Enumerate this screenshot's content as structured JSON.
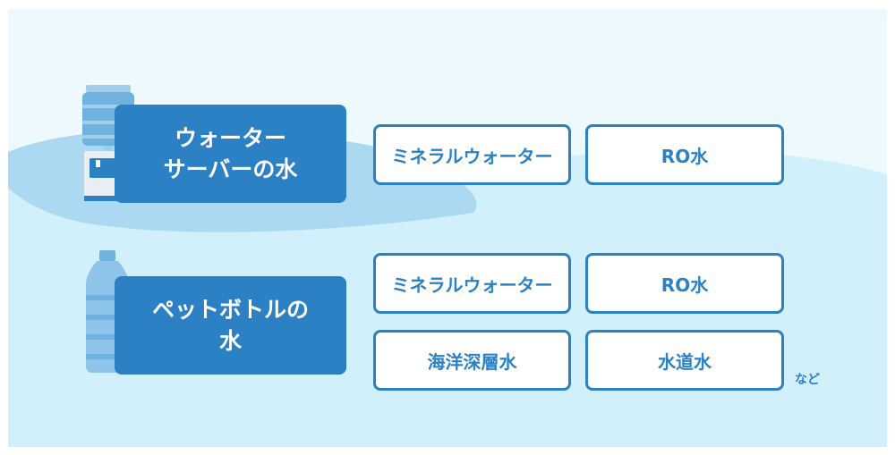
{
  "groups": [
    {
      "title_line1": "ウォーター",
      "title_line2": "サーバーの水",
      "options": [
        "ミネラルウォーター",
        "RO水"
      ],
      "icon": "water-server-icon"
    },
    {
      "title_line1": "ペットボトルの",
      "title_line2": "水",
      "options": [
        "ミネラルウォーター",
        "RO水",
        "海洋深層水",
        "水道水"
      ],
      "icon": "plastic-bottle-icon"
    }
  ],
  "etc_label": "など",
  "colors": {
    "primary": "#2c80c4",
    "background": "#d2f0fb",
    "wave": "#aad9f1",
    "top_light": "#eef9fe"
  }
}
